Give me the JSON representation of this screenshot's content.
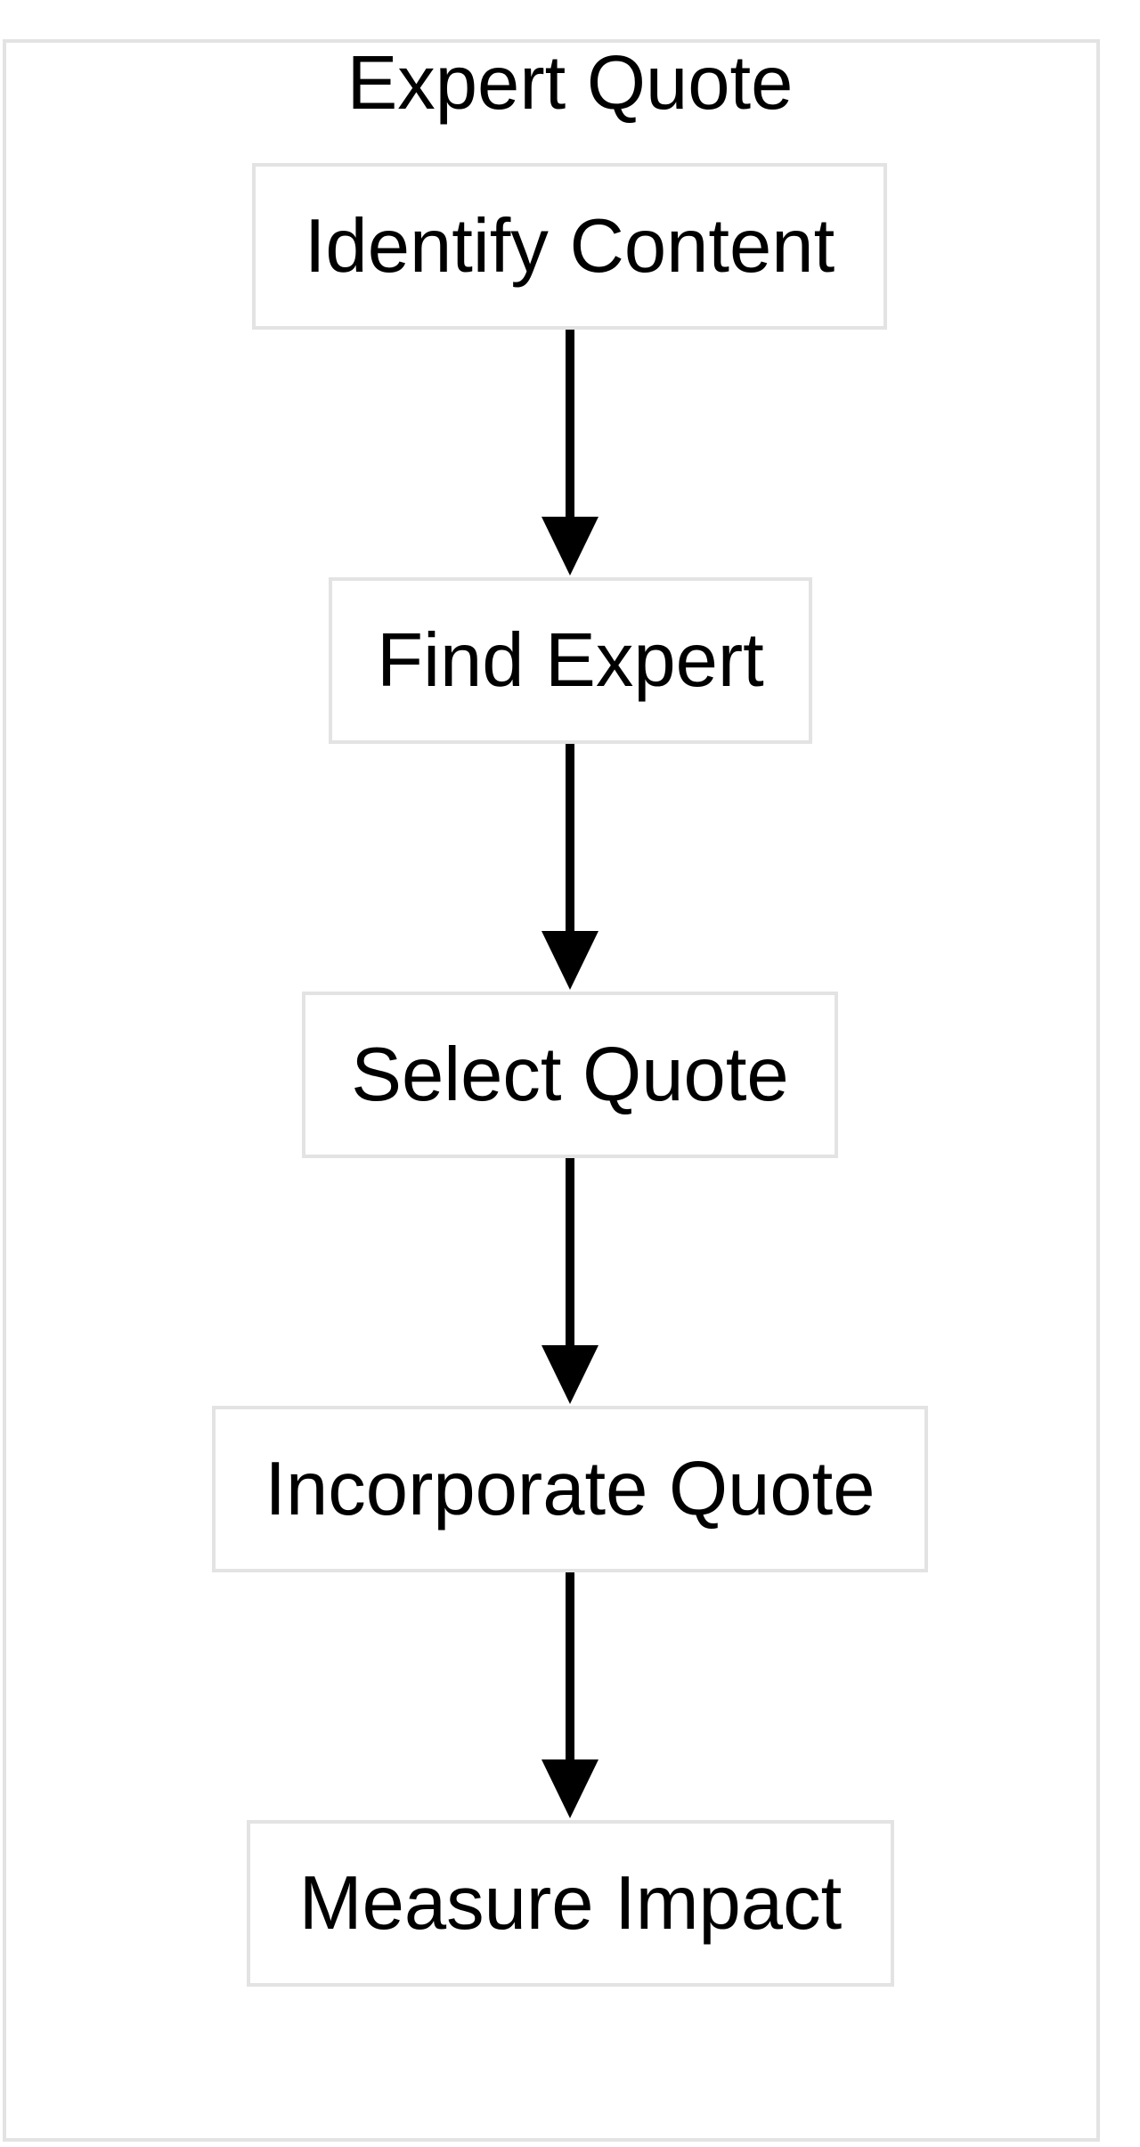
{
  "diagram": {
    "title": "Expert Quote",
    "nodes": [
      {
        "id": "identify",
        "label": "Identify Content"
      },
      {
        "id": "find",
        "label": "Find Expert"
      },
      {
        "id": "select",
        "label": "Select Quote"
      },
      {
        "id": "incorporate",
        "label": "Incorporate Quote"
      },
      {
        "id": "measure",
        "label": "Measure Impact"
      }
    ],
    "edges": [
      {
        "from": "identify",
        "to": "find"
      },
      {
        "from": "find",
        "to": "select"
      },
      {
        "from": "select",
        "to": "incorporate"
      },
      {
        "from": "incorporate",
        "to": "measure"
      }
    ],
    "colors": {
      "border": "#e3e3e3",
      "edge": "#000000",
      "background": "#ffffff"
    }
  }
}
